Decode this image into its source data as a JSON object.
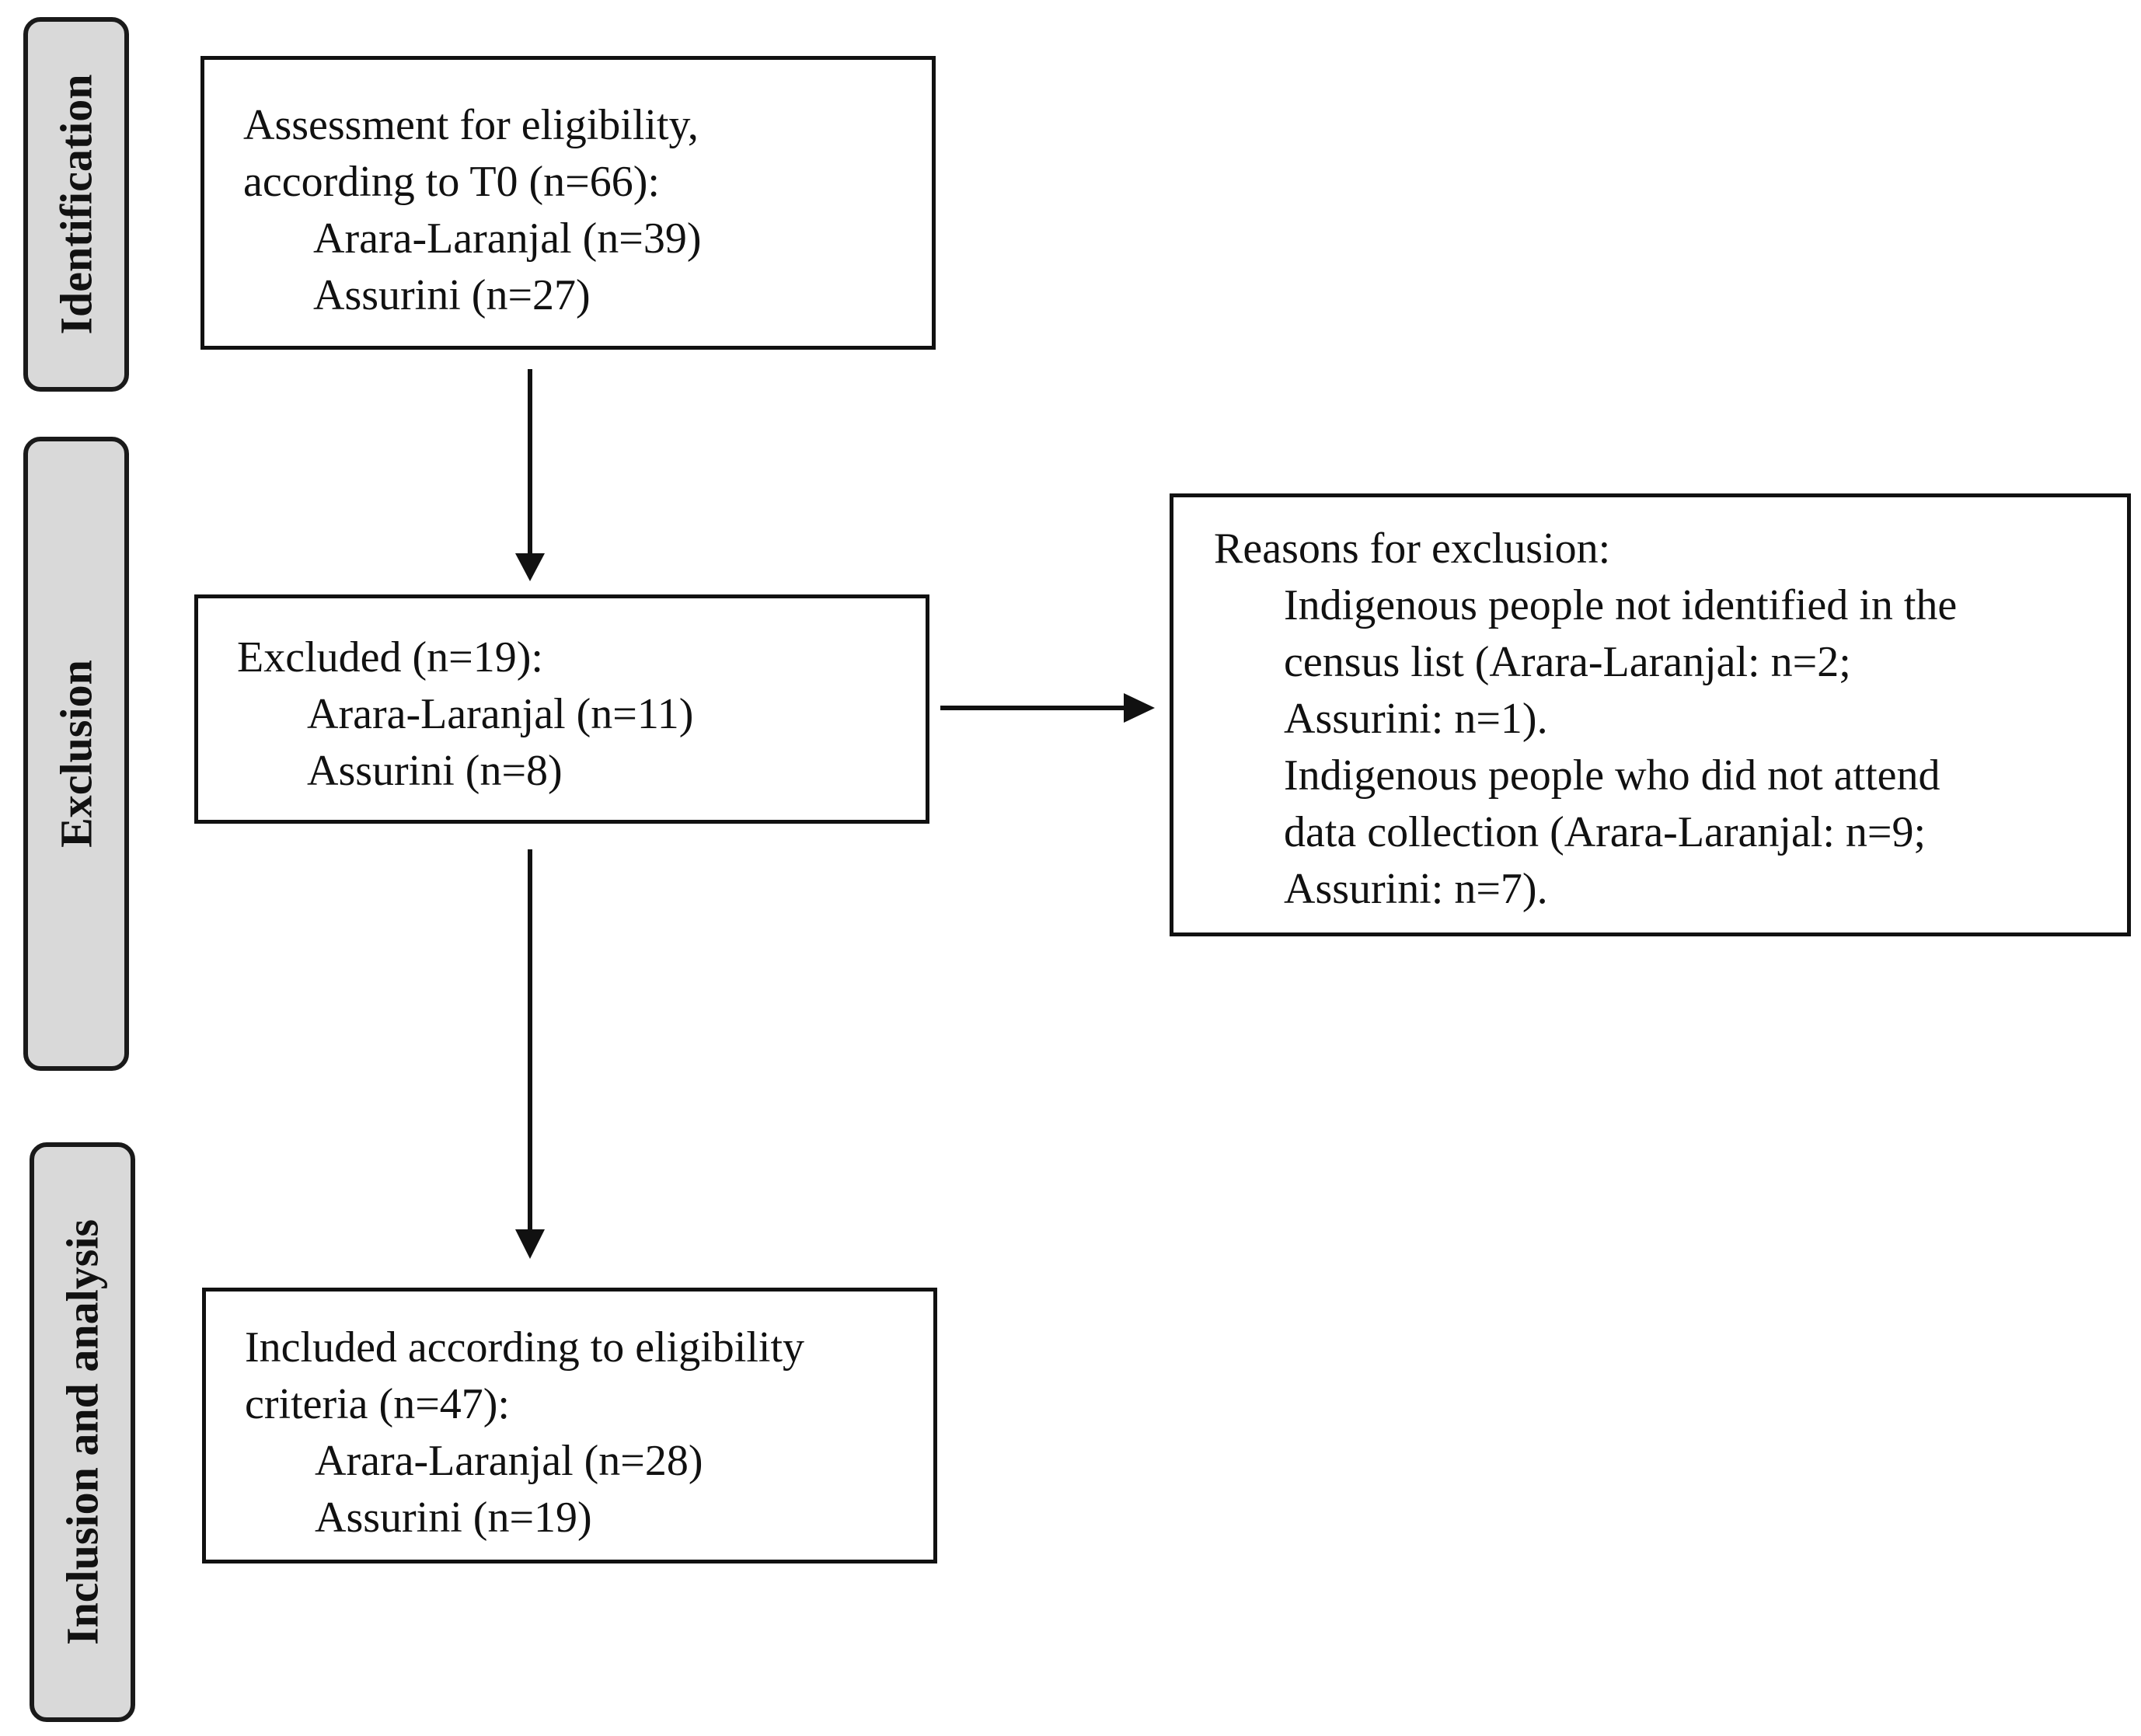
{
  "phases": {
    "identification": "Identification",
    "exclusion": "Exclusion",
    "inclusion": "Inclusion and analysis"
  },
  "boxes": {
    "assessment": {
      "line1": "Assessment for eligibility,",
      "line2": "according to T0 (n=66):",
      "line3": "Arara-Laranjal (n=39)",
      "line4": "Assurini (n=27)"
    },
    "excluded": {
      "line1": "Excluded (n=19):",
      "line2": "Arara-Laranjal (n=11)",
      "line3": "Assurini (n=8)"
    },
    "reasons": {
      "line1": "Reasons for exclusion:",
      "line2": "Indigenous people not identified in the",
      "line3": "census list (Arara-Laranjal: n=2;",
      "line4": "Assurini: n=1).",
      "line5": "Indigenous people who did not attend",
      "line6": "data collection (Arara-Laranjal: n=9;",
      "line7": "Assurini: n=7)."
    },
    "included": {
      "line1": "Included according to eligibility",
      "line2": "criteria (n=47):",
      "line3": "Arara-Laranjal (n=28)",
      "line4": "Assurini (n=19)"
    }
  }
}
